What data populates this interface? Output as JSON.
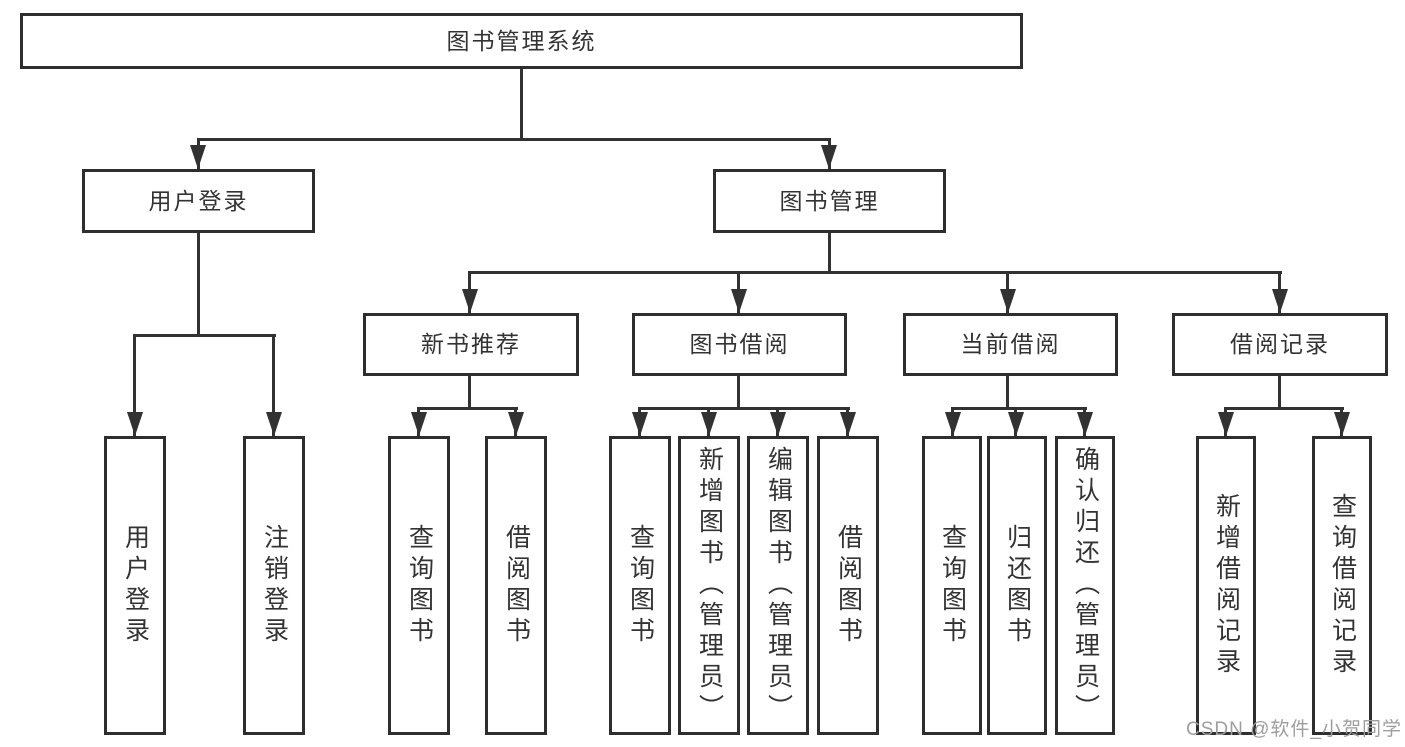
{
  "diagram": {
    "title": "图书管理系统",
    "root": {
      "label": "图书管理系统"
    },
    "level2": [
      "用户登录",
      "图书管理"
    ],
    "level3": [
      "新书推荐",
      "图书借阅",
      "当前借阅",
      "借阅记录"
    ],
    "leaves": {
      "user_login": [
        "用户登录",
        "注销登录"
      ],
      "new_book_recommend": [
        "查询图书",
        "借阅图书"
      ],
      "book_borrowing": [
        "查询图书",
        "新增图书（管理员）",
        "编辑图书（管理员）",
        "借阅图书"
      ],
      "current_borrowing": [
        "查询图书",
        "归还图书",
        "确认归还（管理员）"
      ],
      "borrowing_records": [
        "新增借阅记录",
        "查询借阅记录"
      ]
    }
  },
  "colors": {
    "border": "#2e2e2e",
    "line": "#323232",
    "text": "#333333",
    "watermark": "#9e9e9e",
    "background": "#ffffff"
  },
  "watermark": {
    "text": "CSDN @软件_小贺同学"
  }
}
